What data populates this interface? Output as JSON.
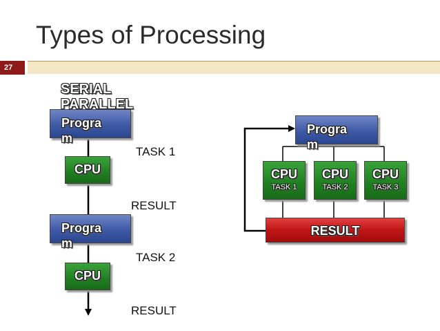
{
  "slide": {
    "title": "Types of Processing",
    "number": "27"
  },
  "serial": {
    "line1": "SERIAL",
    "line2": "PARALLEL",
    "program1": "Progra\nm",
    "cpu1": "CPU",
    "task1": "TASK 1",
    "result1": "RESULT",
    "program2": "Progra\nm",
    "cpu2": "CPU",
    "task2": "TASK 2",
    "result2": "RESULT"
  },
  "parallel": {
    "program": "Progra\nm",
    "cpus": [
      {
        "label": "CPU",
        "task": "TASK 1"
      },
      {
        "label": "CPU",
        "task": "TASK 2"
      },
      {
        "label": "CPU",
        "task": "TASK 3"
      }
    ],
    "result": "RESULT"
  },
  "colors": {
    "program": "#3e5aa6",
    "cpu": "#1f7f1f",
    "result": "#c01515",
    "slide_number_bg": "#8e1a1a",
    "band": "#f3e6c4"
  }
}
